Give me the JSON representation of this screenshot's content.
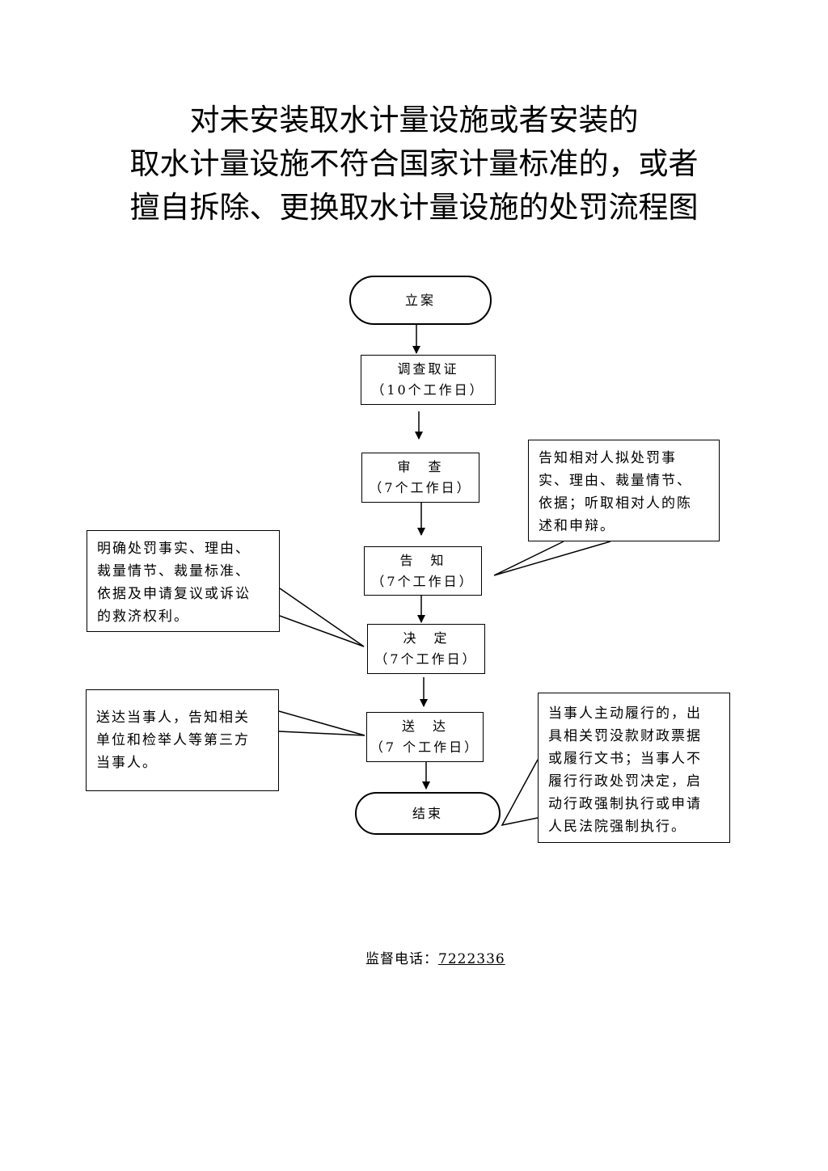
{
  "title": {
    "line1": "对未安装取水计量设施或者安装的",
    "line2": "取水计量设施不符合国家计量标准的，或者",
    "line3": "擅自拆除、更换取水计量设施的处罚流程图"
  },
  "steps": {
    "lian": {
      "label": "立案"
    },
    "diaocha": {
      "label": "调查取证",
      "period": "（10个工作日）"
    },
    "shencha": {
      "label": "审　查",
      "period": "（7个工作日）"
    },
    "gaozhi": {
      "label": "告　知",
      "period": "（7个工作日）"
    },
    "jueding": {
      "label": "决　定",
      "period": "（7个工作日）"
    },
    "songda": {
      "label": "送　达",
      "period": "（7 个工作日）"
    },
    "jieshu": {
      "label": "结束"
    }
  },
  "notes": {
    "gaozhi_right": "告知相对人拟处罚事\n实、理由、裁量情节、\n依据；听取相对人的陈\n述和申辩。",
    "jueding_left": "明确处罚事实、理由、\n裁量情节、裁量标准、\n依据及申请复议或诉讼\n的救济权利。",
    "songda_left": "送达当事人，告知相关\n单位和检举人等第三方\n当事人。",
    "jieshu_right": "当事人主动履行的，出\n具相关罚没款财政票据\n或履行文书；当事人不\n履行行政处罚决定，启\n动行政强制执行或申请\n人民法院强制执行。"
  },
  "hotline": {
    "label": "监督电话：",
    "number": "7222336"
  }
}
